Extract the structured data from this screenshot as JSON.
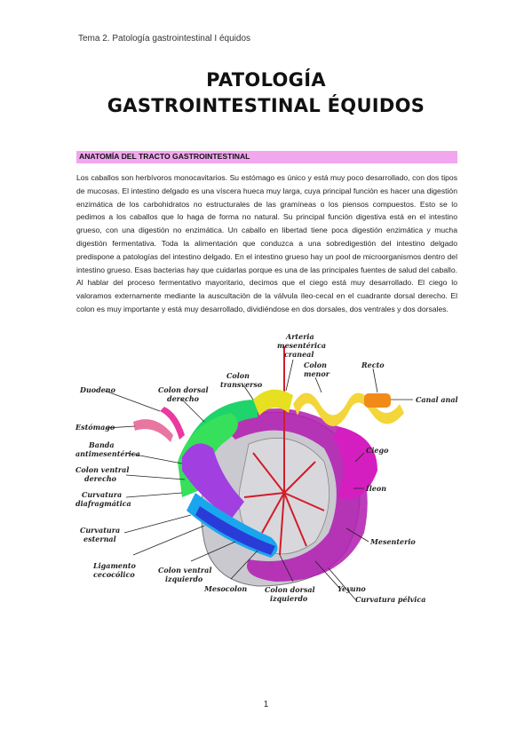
{
  "header": {
    "running_title": "Tema 2. Patología gastrointestinal I équidos"
  },
  "title": {
    "line1": "PATOLOGÍA",
    "line2": "GASTROINTESTINAL ÉQUIDOS"
  },
  "section": {
    "heading": "ANATOMÍA DEL TRACTO GASTROINTESTINAL"
  },
  "paragraph": "Los caballos son herbívoros monocavitarios. Su estómago es único y está muy poco desarrollado, con dos tipos de mucosas. El intestino delgado es una víscera hueca muy larga, cuya principal función es hacer una digestión enzimática de los carbohidratos no estructurales de las gramíneas o los piensos compuestos. Esto se lo pedimos a los caballos que lo haga de forma no natural. Su principal función digestiva está en el intestino grueso, con una digestión no enzimática. Un caballo en libertad tiene poca digestión enzimática y mucha digestión fermentativa. Toda la alimentación que conduzca a una sobredigestión del intestino delgado predispone a patologías del intestino delgado. En el intestino grueso hay un pool de microorganismos dentro del intestino grueso. Esas bacterias hay que cuidarlas porque es una de las principales fuentes de salud del caballo. Al hablar del proceso fermentativo mayoritario, decimos que el ciego está muy desarrollado. El ciego lo valoramos externamente mediante la auscultación de la válvula íleo-cecal en el cuadrante dorsal derecho. El colon es muy importante y está muy desarrollado, dividiéndose en dos dorsales, dos ventrales y dos dorsales.",
  "figure": {
    "labels": {
      "arteria1": "Arteria",
      "arteria2": "mesentérica",
      "arteria3": "craneal",
      "colon_menor1": "Colon",
      "colon_menor2": "menor",
      "recto": "Recto",
      "canal_anal": "Canal anal",
      "colon_transverso1": "Colon",
      "colon_transverso2": "transverso",
      "duodeno": "Duodeno",
      "colon_dorsal_derecho1": "Colon dorsal",
      "colon_dorsal_derecho2": "derecho",
      "estomago": "Estómago",
      "banda1": "Banda",
      "banda2": "antimesentérica",
      "colon_ventral_derecho1": "Colon ventral",
      "colon_ventral_derecho2": "derecho",
      "curvatura_diaf1": "Curvatura",
      "curvatura_diaf2": "diafragmática",
      "curvatura_est1": "Curvatura",
      "curvatura_est2": "esternal",
      "ligamento1": "Ligamento",
      "ligamento2": "cecocólico",
      "colon_ventral_izq1": "Colon ventral",
      "colon_ventral_izq2": "izquierdo",
      "mesocolon": "Mesocolon",
      "colon_dorsal_izq1": "Colon dorsal",
      "colon_dorsal_izq2": "izquierdo",
      "yeyuno": "Yeyuno",
      "curvatura_pelvica": "Curvatura pélvica",
      "ciego": "Ciego",
      "ileon": "Íleon",
      "mesenterio": "Mesenterio"
    }
  },
  "page_number": "1"
}
